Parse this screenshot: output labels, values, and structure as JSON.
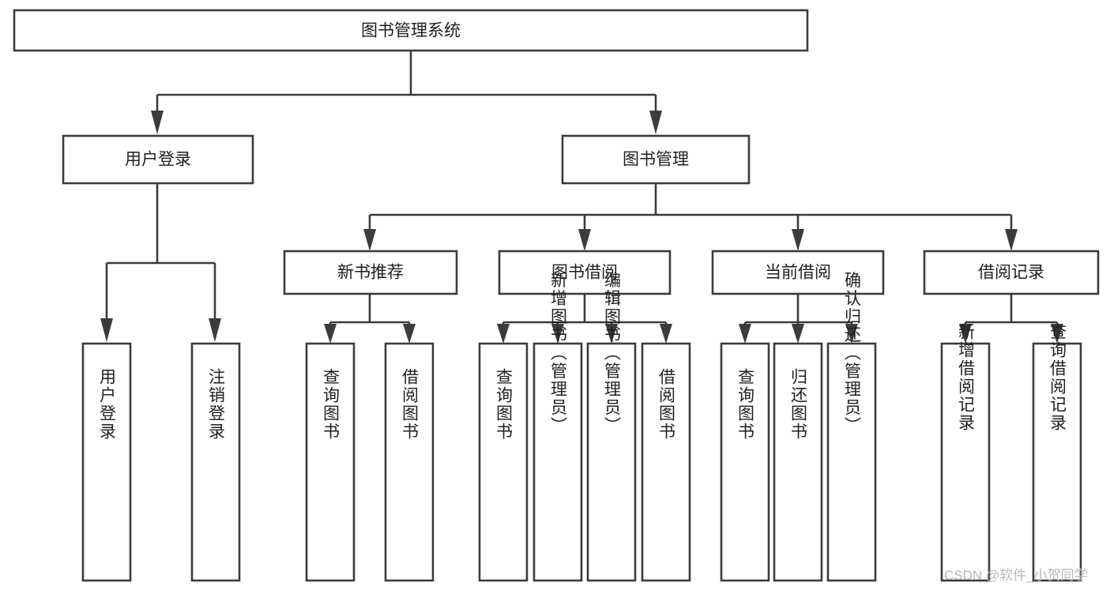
{
  "diagram": {
    "type": "tree-hierarchy",
    "title": "图书管理系统",
    "background_color": "#ffffff",
    "line_color": "#3c3c3c",
    "text_color": "#1f1f1f",
    "root": {
      "id": "root",
      "label": "图书管理系统"
    },
    "level1": [
      {
        "id": "user-login",
        "label": "用户登录"
      },
      {
        "id": "book-manage",
        "label": "图书管理"
      }
    ],
    "level2": [
      {
        "id": "new-book-recommend",
        "label": "新书推荐",
        "parent": "book-manage"
      },
      {
        "id": "book-borrow",
        "label": "图书借阅",
        "parent": "book-manage"
      },
      {
        "id": "current-borrow",
        "label": "当前借阅",
        "parent": "book-manage"
      },
      {
        "id": "borrow-record",
        "label": "借阅记录",
        "parent": "book-manage"
      }
    ],
    "leaves": {
      "user-login": [
        {
          "id": "leaf-user-login",
          "label": "用户登录"
        },
        {
          "id": "leaf-user-logout",
          "label": "注销登录"
        }
      ],
      "new-book-recommend": [
        {
          "id": "leaf-query-book-1",
          "label": "查询图书"
        },
        {
          "id": "leaf-borrow-book-1",
          "label": "借阅图书"
        }
      ],
      "book-borrow": [
        {
          "id": "leaf-query-book-2",
          "label": "查询图书"
        },
        {
          "id": "leaf-add-book",
          "label": "新增图书（管理员）"
        },
        {
          "id": "leaf-edit-book",
          "label": "编辑图书（管理员）"
        },
        {
          "id": "leaf-borrow-book-2",
          "label": "借阅图书"
        }
      ],
      "current-borrow": [
        {
          "id": "leaf-query-book-3",
          "label": "查询图书"
        },
        {
          "id": "leaf-return-book",
          "label": "归还图书"
        },
        {
          "id": "leaf-confirm-return",
          "label": "确认归还（管理员）"
        }
      ],
      "borrow-record": [
        {
          "id": "leaf-add-record",
          "label": "新增借阅记录"
        },
        {
          "id": "leaf-query-record",
          "label": "查询借阅记录"
        }
      ]
    }
  },
  "watermark": {
    "label": "CSDN @软件_小贺同学"
  }
}
